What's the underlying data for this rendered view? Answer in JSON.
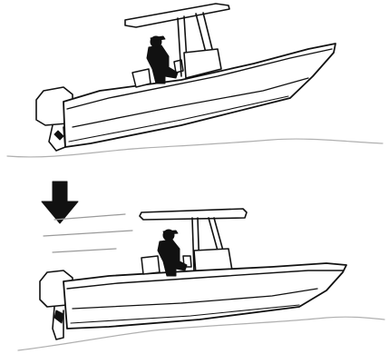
{
  "figure": {
    "panels": [
      {
        "name": "top-boat",
        "trim_state": "bow-up"
      },
      {
        "name": "bottom-boat",
        "trim_state": "bow-down"
      }
    ],
    "arrow": {
      "direction": "down"
    },
    "colors": {
      "line": "#111111",
      "hull_fill": "#ffffff",
      "figure_fill": "#111111",
      "water_line": "#b0b0b0",
      "motion_line": "#9a9a9a"
    }
  }
}
